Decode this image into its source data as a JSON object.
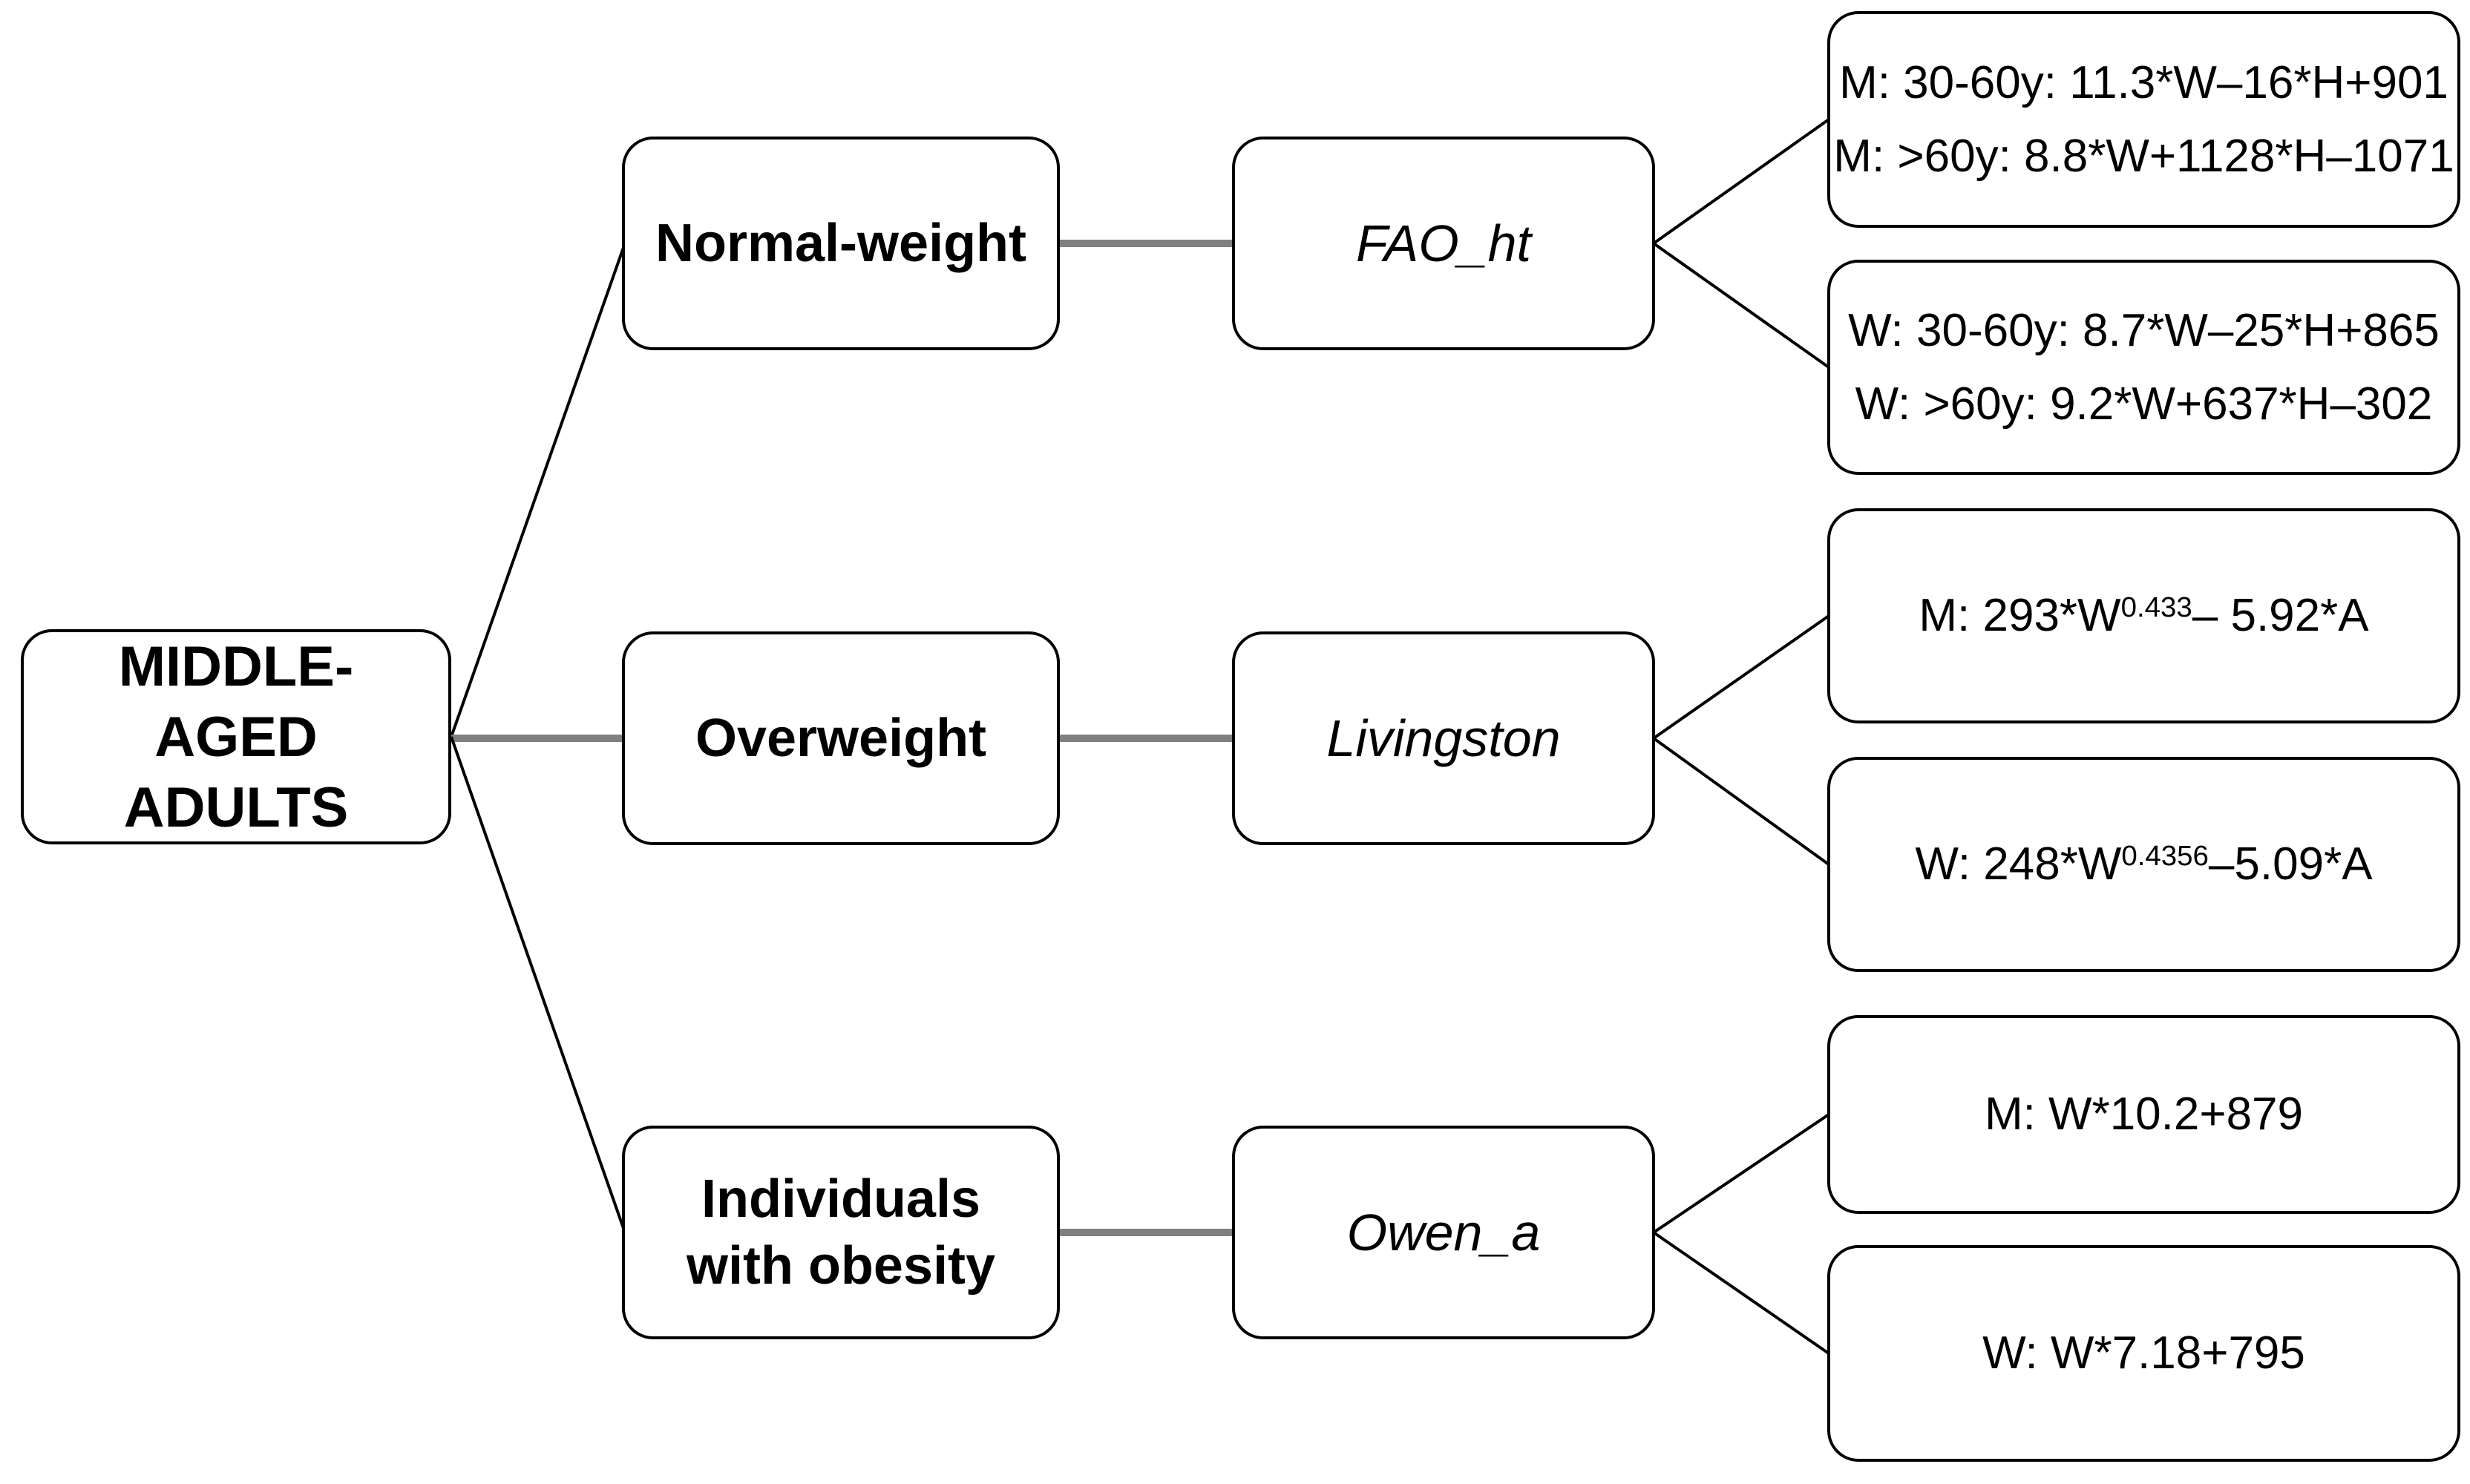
{
  "colors": {
    "line": "#000000",
    "gray_connector": "#808080",
    "box_border": "#000000",
    "background": "#ffffff",
    "text": "#000000"
  },
  "root": {
    "label": "MIDDLE-AGED ADULTS"
  },
  "rows": [
    {
      "category": "Normal-weight",
      "method": "FAO_ht",
      "outputs": [
        {
          "lines": [
            "M: 30-60y: 11.3*W–16*H+901",
            "M: >60y: 8.8*W+1128*H–1071"
          ]
        },
        {
          "lines": [
            "W: 30-60y: 8.7*W–25*H+865",
            "W: >60y: 9.2*W+637*H–302"
          ]
        }
      ]
    },
    {
      "category": "Overweight",
      "method": "Livingston",
      "outputs": [
        {
          "formula": {
            "base": "M: 293*W",
            "sup": "0.433",
            "rest": "– 5.92*A"
          }
        },
        {
          "formula": {
            "base": "W: 248*W",
            "sup": "0.4356",
            "rest": "–5.09*A"
          }
        }
      ]
    },
    {
      "category": "Individuals with obesity",
      "method": "Owen_a",
      "outputs": [
        {
          "lines": [
            "M: W*10.2+879"
          ]
        },
        {
          "lines": [
            "W: W*7.18+795"
          ]
        }
      ]
    }
  ]
}
